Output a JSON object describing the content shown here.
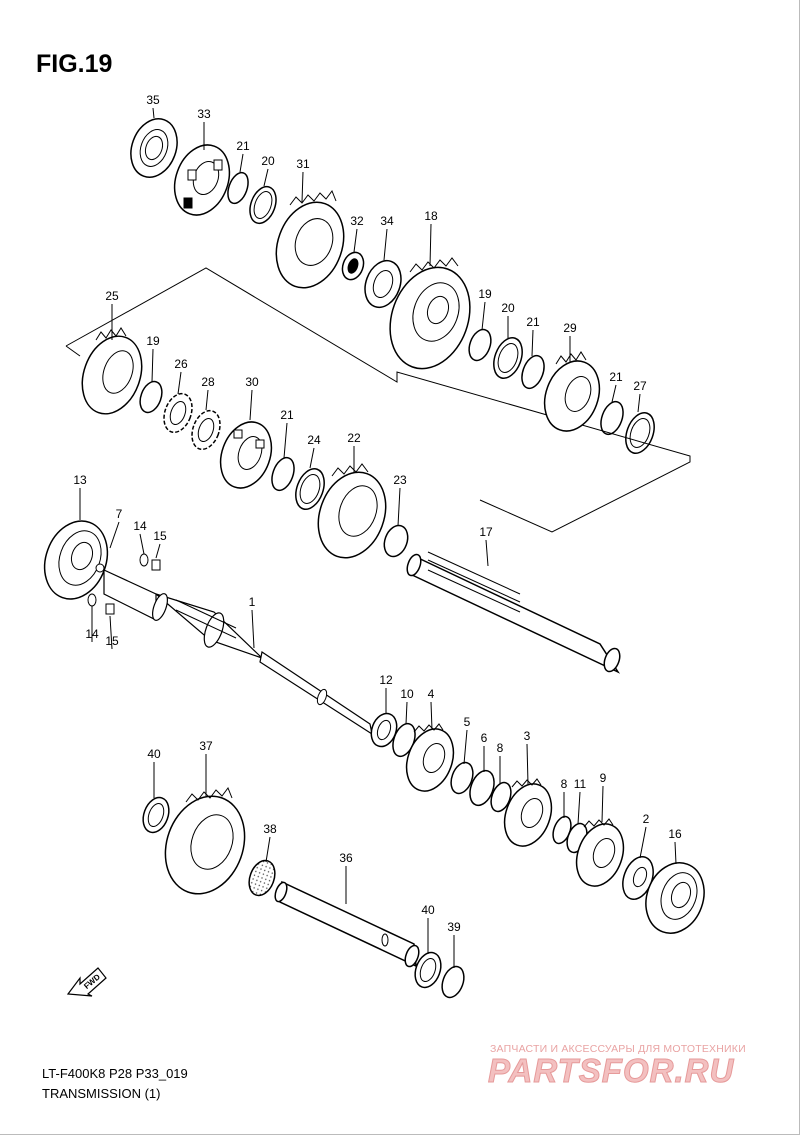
{
  "figure": {
    "title": "FIG.19",
    "code": "LT-F400K8 P28 P33_019",
    "name": "TRANSMISSION (1)"
  },
  "direction_badge": "FWD",
  "watermark": {
    "caption": "ЗАПЧАСТИ И АКСЕССУАРЫ ДЛЯ МОТОТЕХНИКИ",
    "logo": "PARTSFOR.RU",
    "color": "#e69a9a"
  },
  "callouts": [
    {
      "label": "35"
    },
    {
      "label": "33"
    },
    {
      "label": "21"
    },
    {
      "label": "20"
    },
    {
      "label": "31"
    },
    {
      "label": "32"
    },
    {
      "label": "34"
    },
    {
      "label": "18"
    },
    {
      "label": "19"
    },
    {
      "label": "20"
    },
    {
      "label": "21"
    },
    {
      "label": "29"
    },
    {
      "label": "21"
    },
    {
      "label": "27"
    },
    {
      "label": "25"
    },
    {
      "label": "19"
    },
    {
      "label": "26"
    },
    {
      "label": "28"
    },
    {
      "label": "30"
    },
    {
      "label": "21"
    },
    {
      "label": "24"
    },
    {
      "label": "22"
    },
    {
      "label": "23"
    },
    {
      "label": "13"
    },
    {
      "label": "7"
    },
    {
      "label": "14"
    },
    {
      "label": "15"
    },
    {
      "label": "17"
    },
    {
      "label": "1"
    },
    {
      "label": "14"
    },
    {
      "label": "15"
    },
    {
      "label": "12"
    },
    {
      "label": "10"
    },
    {
      "label": "4"
    },
    {
      "label": "5"
    },
    {
      "label": "6"
    },
    {
      "label": "8"
    },
    {
      "label": "3"
    },
    {
      "label": "40"
    },
    {
      "label": "37"
    },
    {
      "label": "8"
    },
    {
      "label": "11"
    },
    {
      "label": "9"
    },
    {
      "label": "2"
    },
    {
      "label": "16"
    },
    {
      "label": "38"
    },
    {
      "label": "36"
    },
    {
      "label": "40"
    },
    {
      "label": "39"
    }
  ]
}
